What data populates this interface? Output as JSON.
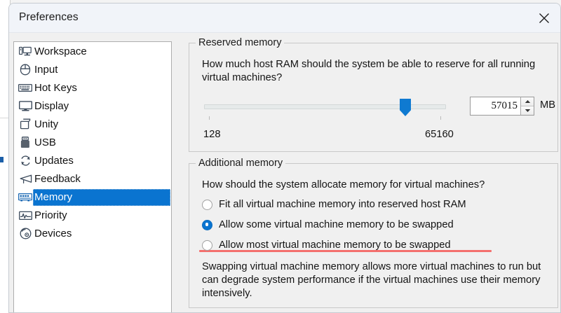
{
  "window": {
    "title": "Preferences",
    "close_icon": "close-icon"
  },
  "sidebar": {
    "items": [
      {
        "label": "Workspace",
        "icon": "workspace-icon",
        "selected": false
      },
      {
        "label": "Input",
        "icon": "mouse-icon",
        "selected": false
      },
      {
        "label": "Hot Keys",
        "icon": "keyboard-icon",
        "selected": false
      },
      {
        "label": "Display",
        "icon": "monitor-icon",
        "selected": false
      },
      {
        "label": "Unity",
        "icon": "windows-icon",
        "selected": false
      },
      {
        "label": "USB",
        "icon": "usb-icon",
        "selected": false
      },
      {
        "label": "Updates",
        "icon": "refresh-icon",
        "selected": false
      },
      {
        "label": "Feedback",
        "icon": "megaphone-icon",
        "selected": false
      },
      {
        "label": "Memory",
        "icon": "ram-icon",
        "selected": true
      },
      {
        "label": "Priority",
        "icon": "waveform-icon",
        "selected": false
      },
      {
        "label": "Devices",
        "icon": "disc-icon",
        "selected": false
      }
    ]
  },
  "reserved_memory": {
    "group_title": "Reserved memory",
    "question": "How much host RAM should the system be able to reserve for all running virtual machines?",
    "slider": {
      "min_label": "128",
      "max_label": "65160",
      "min": 128,
      "max": 65160,
      "value": 57015
    },
    "spinbox": {
      "value": "57015",
      "unit": "MB",
      "increment_icon": "caret-up-icon",
      "decrement_icon": "caret-down-icon"
    }
  },
  "additional_memory": {
    "group_title": "Additional memory",
    "question": "How should the system allocate memory for virtual machines?",
    "options": [
      {
        "label": "Fit all virtual machine memory into reserved host RAM",
        "checked": false
      },
      {
        "label": "Allow some virtual machine memory to be swapped",
        "checked": true
      },
      {
        "label": "Allow most virtual machine memory to be swapped",
        "checked": false
      }
    ],
    "note": "Swapping virtual machine memory allows more virtual machines to run but can degrade system performance if the virtual machines use their memory intensively."
  },
  "annotation": {
    "underline_color": "#f4706e"
  },
  "colors": {
    "accent": "#0a74d0",
    "window_bg": "#f0f0f0",
    "titlebar_bg": "#f1f4f9",
    "list_bg": "#ffffff",
    "group_border": "#c8c8c8"
  }
}
